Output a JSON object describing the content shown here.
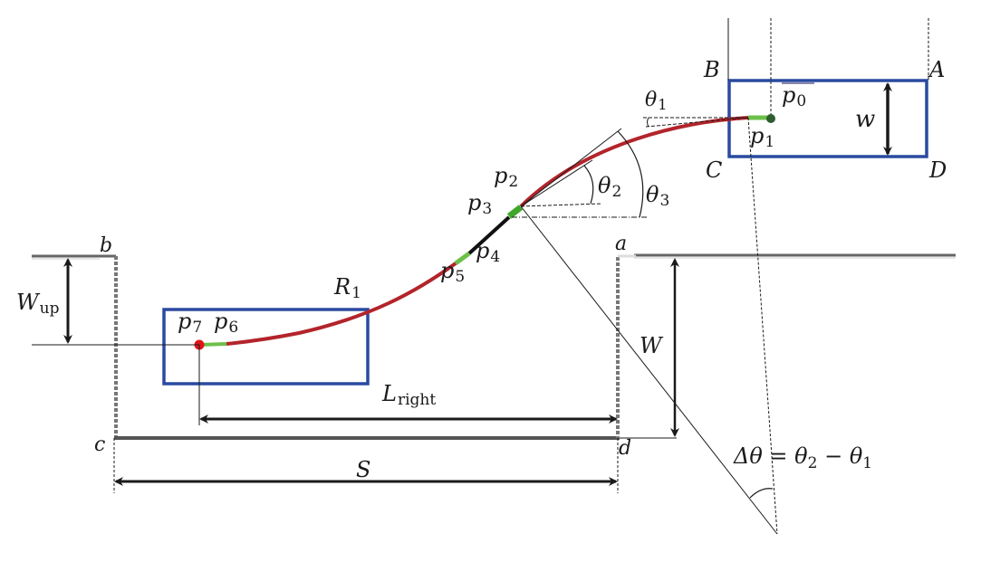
{
  "title": "Parallel parking path geometry",
  "colors": {
    "vehicle_box": "#2a4aa0",
    "path_arc": "#b3242b",
    "path_straight": "#6cc04a",
    "path_transition": "#111111",
    "start_point": "#e0141a",
    "goal_point": "#2e5e2e",
    "road_edge": "#555555",
    "ink": "#1a1a1a"
  },
  "labels": {
    "corner_A": "A",
    "corner_B": "B",
    "corner_C": "C",
    "corner_D": "D",
    "slot_a": "a",
    "slot_b": "b",
    "slot_c": "c",
    "slot_d": "d",
    "vehicle_width": "w",
    "p0": {
      "base": "p",
      "sub": "0"
    },
    "p1": {
      "base": "p",
      "sub": "1"
    },
    "p2": {
      "base": "p",
      "sub": "2"
    },
    "p3": {
      "base": "p",
      "sub": "3"
    },
    "p4": {
      "base": "p",
      "sub": "4"
    },
    "p5": {
      "base": "p",
      "sub": "5"
    },
    "p6": {
      "base": "p",
      "sub": "6"
    },
    "p7": {
      "base": "p",
      "sub": "7"
    },
    "theta1": {
      "base": "θ",
      "sub": "1"
    },
    "theta2": {
      "base": "θ",
      "sub": "2"
    },
    "theta3": {
      "base": "θ",
      "sub": "3"
    },
    "R1": {
      "base": "R",
      "sub": "1"
    },
    "W_up": {
      "base": "W",
      "sub": "up"
    },
    "W": "W",
    "L_right": {
      "base": "L",
      "sub": "right"
    },
    "S": "S",
    "delta_theta": {
      "lhs": "Δθ",
      "eq": " = ",
      "t2": "θ",
      "t2sub": "2",
      "minus": " − ",
      "t1": "θ",
      "t1sub": "1"
    }
  }
}
